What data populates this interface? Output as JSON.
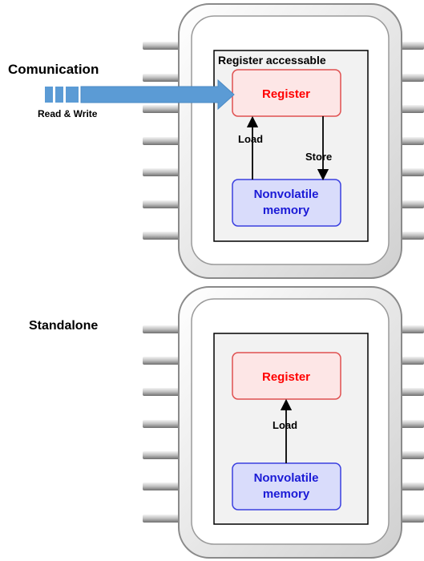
{
  "top_chip": {
    "side_label": "Comunication",
    "interface_label": "Read & Write",
    "region_title": "Register accessable",
    "register_label": "Register",
    "memory_label_line1": "Nonvolatile",
    "memory_label_line2": "memory",
    "load_label": "Load",
    "store_label": "Store"
  },
  "bottom_chip": {
    "side_label": "Standalone",
    "register_label": "Register",
    "memory_label_line1": "Nonvolatile",
    "memory_label_line2": "memory",
    "load_label": "Load"
  },
  "colors": {
    "register_fill": "#fde6e6",
    "register_stroke": "#e05050",
    "register_text": "#ff0000",
    "memory_fill": "#d9dcfb",
    "memory_stroke": "#3a3fe0",
    "memory_text": "#1a1ad6",
    "arrow_blue": "#5b9bd5",
    "region_fill": "#f2f2f2"
  }
}
